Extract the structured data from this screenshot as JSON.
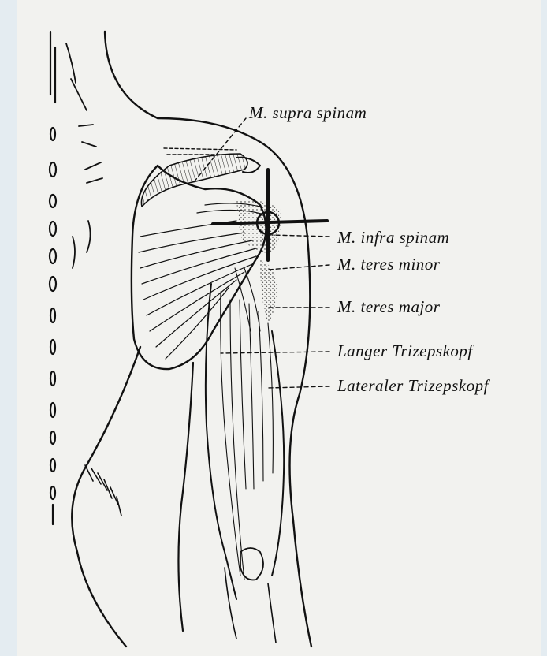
{
  "labels": {
    "supra_spinam": "M. supra spinam",
    "infra_spinam": "M. infra spinam",
    "teres_minor": "M. teres minor",
    "teres_major": "M. teres major",
    "langer_trizepskopf": "Langer Trizepskopf",
    "lateraler_trizepskopf": "Lateraler Trizepskopf"
  },
  "colors": {
    "ink": "#111111",
    "paper": "#f2f2ef",
    "frame": "#e4ecf1"
  },
  "marker": "crosshair"
}
